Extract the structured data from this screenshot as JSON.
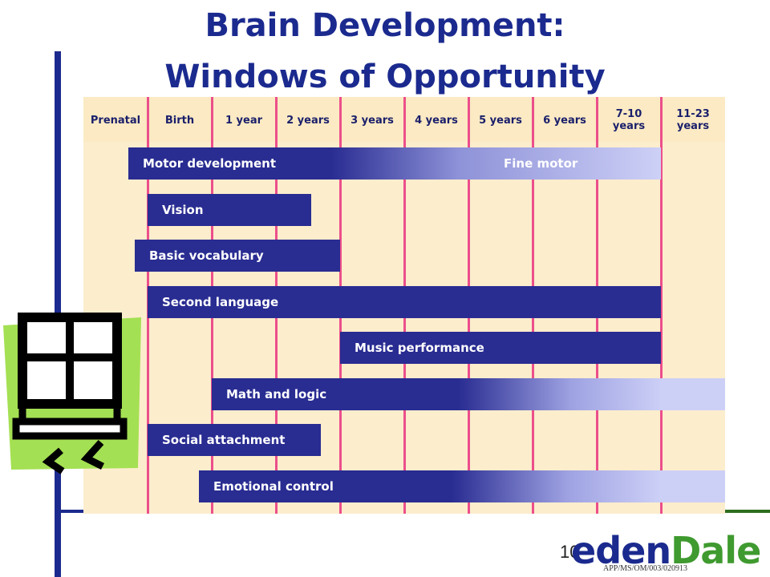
{
  "title": {
    "line1": "Brain Development:",
    "line2": "Windows of Opportunity"
  },
  "timeline": {
    "columns": [
      "Prenatal",
      "Birth",
      "1 year",
      "2 years",
      "3 years",
      "4 years",
      "5 years",
      "6 years",
      "7-10\nyears",
      "11-23\nyears"
    ],
    "bars": [
      {
        "label": "Motor development",
        "sublabel": "Fine motor",
        "start": 0.7,
        "end": 9.0,
        "style": "fade-right-light"
      },
      {
        "label": "Vision",
        "start": 1.0,
        "end": 3.55,
        "style": "solid"
      },
      {
        "label": "Basic vocabulary",
        "start": 0.8,
        "end": 4.0,
        "style": "solid"
      },
      {
        "label": "Second language",
        "start": 1.0,
        "end": 9.0,
        "style": "solid"
      },
      {
        "label": "Music performance",
        "start": 4.0,
        "end": 9.0,
        "style": "solid"
      },
      {
        "label": "Math and logic",
        "start": 2.0,
        "end": 10.0,
        "style": "fade-right"
      },
      {
        "label": "Social attachment",
        "start": 1.0,
        "end": 3.7,
        "style": "solid"
      },
      {
        "label": "Emotional control",
        "start": 1.8,
        "end": 10.0,
        "style": "fade-right"
      }
    ]
  },
  "colors": {
    "bar": "#292c91",
    "bar_light": "#cdd0f6",
    "grid": "#ec4f8b",
    "background": "#fcedcd",
    "title": "#1b2a8e",
    "icon_green": "#a4e053"
  },
  "footer": {
    "page_number": "10",
    "logo_part1": "eden",
    "logo_part2": "Dale",
    "doc_code": "APP/MS/OM/003/020913"
  },
  "icons": [
    "window-icon"
  ]
}
